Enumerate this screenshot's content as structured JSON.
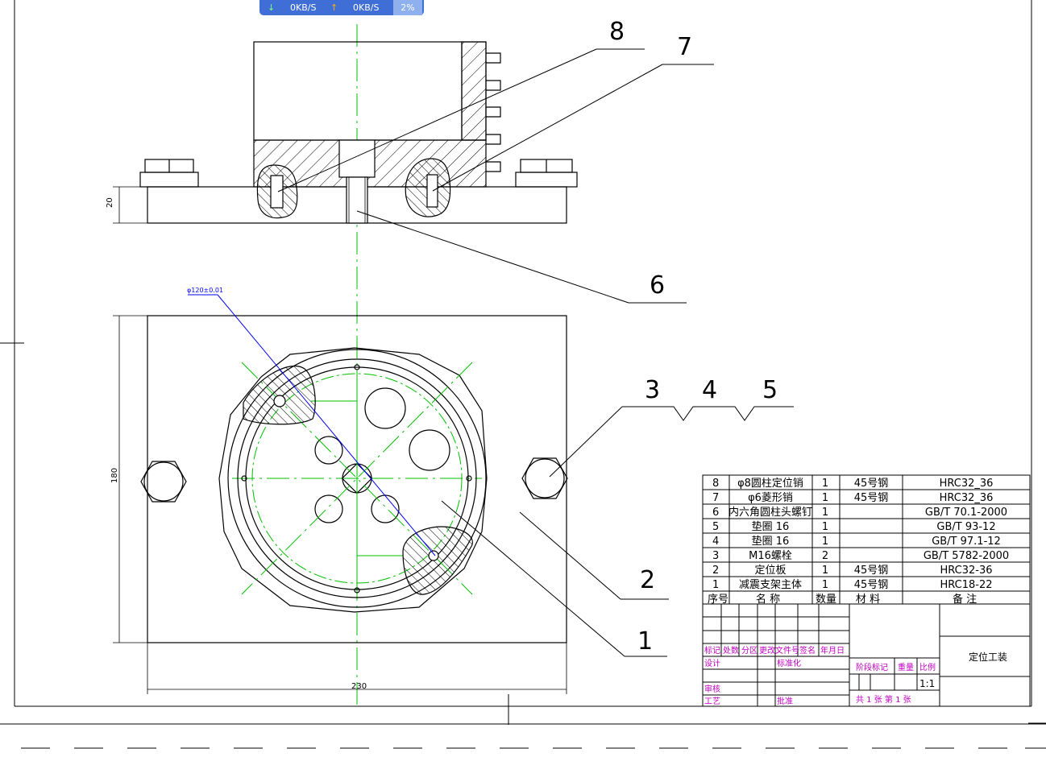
{
  "net": {
    "down": "0KB/S",
    "up": "0KB/S",
    "percent": "2%"
  },
  "labels": {
    "p8": "8",
    "p7": "7",
    "p6": "6",
    "p3": "3",
    "p4": "4",
    "p5": "5",
    "p2": "2",
    "p1": "1"
  },
  "dims": {
    "thickness": "20",
    "height": "180",
    "width": "230",
    "tolerance": "φ120±0.01"
  },
  "bom": [
    {
      "no": "8",
      "name": "φ8圆柱定位销",
      "qty": "1",
      "mat": "45号钢",
      "note": "HRC32_36"
    },
    {
      "no": "7",
      "name": "φ6菱形销",
      "qty": "1",
      "mat": "45号钢",
      "note": "HRC32_36"
    },
    {
      "no": "6",
      "name": "内六角圆柱头螺钉",
      "qty": "1",
      "mat": "",
      "note": "GB/T 70.1-2000"
    },
    {
      "no": "5",
      "name": "垫圈 16",
      "qty": "1",
      "mat": "",
      "note": "GB/T 93-12"
    },
    {
      "no": "4",
      "name": "垫圈 16",
      "qty": "1",
      "mat": "",
      "note": "GB/T 97.1-12"
    },
    {
      "no": "3",
      "name": "M16螺栓",
      "qty": "2",
      "mat": "",
      "note": "GB/T 5782-2000"
    },
    {
      "no": "2",
      "name": "定位板",
      "qty": "1",
      "mat": "45号钢",
      "note": "HRC32-36"
    },
    {
      "no": "1",
      "name": "减震支架主体",
      "qty": "1",
      "mat": "45号钢",
      "note": "HRC18-22"
    }
  ],
  "bom_header": {
    "no": "序号",
    "name": "名 称",
    "qty": "数量",
    "mat": "材 料",
    "note": "备 注"
  },
  "title_block": {
    "mark": "标记",
    "count": "处数",
    "zone": "分区",
    "doc": "更改文件号",
    "sign": "签名",
    "date": "年月日",
    "design": "设计",
    "std": "标准化",
    "check": "审核",
    "process": "工艺",
    "approve": "批准",
    "stage": "阶段标记",
    "weight": "重量",
    "scale": "比例",
    "scale_val": "1:1",
    "sheets": "共 1 张 第 1 张",
    "title": "定位工装"
  }
}
